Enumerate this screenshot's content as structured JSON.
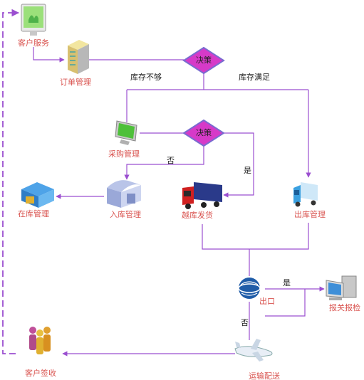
{
  "colors": {
    "edge": "#9b4fd0",
    "node_label": "#d9534f",
    "decision_fill": "#d63ac8",
    "decision_border": "#7a6bd0"
  },
  "nodes": {
    "customer_service": {
      "label": "客户服务",
      "icon": "monitor-hand-icon"
    },
    "order_management": {
      "label": "订单管理",
      "icon": "server-tower-icon"
    },
    "decision_1": {
      "label": "决策"
    },
    "purchase_management": {
      "label": "采购管理",
      "icon": "monitor-icon"
    },
    "decision_2": {
      "label": "决策"
    },
    "inventory_management": {
      "label": "在库管理",
      "icon": "warehouse-icon"
    },
    "inbound_management": {
      "label": "入库管理",
      "icon": "storage-shed-icon"
    },
    "cross_dock_shipping": {
      "label": "越库发货",
      "icon": "truck-icon"
    },
    "outbound_management": {
      "label": "出库管理",
      "icon": "delivery-van-icon"
    },
    "exit": {
      "label": "出口",
      "icon": "globe-icon"
    },
    "customs_declaration": {
      "label": "报关报检",
      "icon": "computer-icon"
    },
    "transport_delivery": {
      "label": "运输配送",
      "icon": "airplane-icon"
    },
    "customer_receipt": {
      "label": "客户签收",
      "icon": "people-icon"
    }
  },
  "edge_labels": {
    "stock_insufficient": "库存不够",
    "stock_sufficient": "库存满足",
    "no_1": "否",
    "yes_1": "是",
    "yes_2": "是",
    "no_2": "否"
  }
}
